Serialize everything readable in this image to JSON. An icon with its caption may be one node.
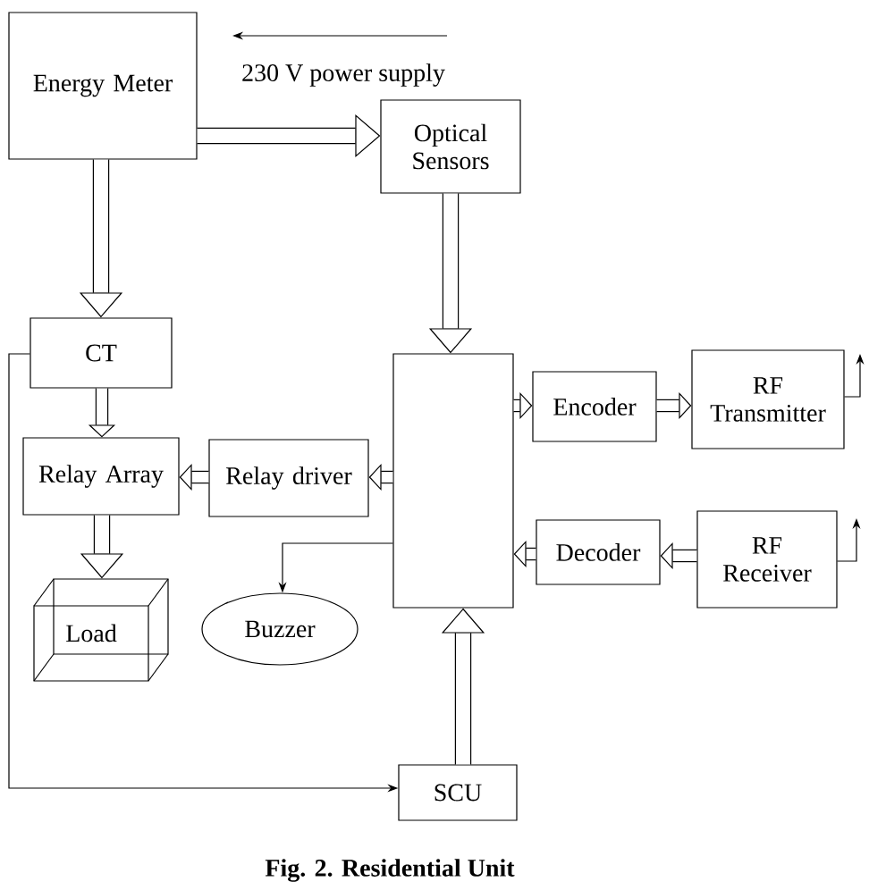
{
  "diagram": {
    "caption": "Fig. 2. Residential Unit",
    "nodes": [
      {
        "text": [
          "Energy Meter"
        ]
      },
      {
        "text": [
          "Optical Sensors"
        ]
      },
      {
        "text": [
          "CT"
        ]
      },
      {
        "text": [],
        "shape": "box"
      },
      {
        "text": [
          "Encoder"
        ]
      },
      {
        "text": [
          "RF Transmitter"
        ]
      },
      {
        "text": [
          "Relay Array"
        ]
      },
      {
        "text": [
          "Relay driver"
        ]
      },
      {
        "text": [
          "Decoder"
        ]
      },
      {
        "text": [
          "RF Receiver"
        ]
      },
      {
        "text": [
          "Buzzer"
        ]
      },
      {
        "text": [
          "Load"
        ]
      },
      {
        "text": [
          "SCU"
        ]
      }
    ],
    "edges": [
      {
        "from": 0,
        "to": 1,
        "arrow": "to"
      },
      {
        "from": 0,
        "to": 2,
        "arrow": "to"
      },
      {
        "from": 1,
        "to": 3,
        "arrow": "to"
      },
      {
        "from": 3,
        "to": 4,
        "arrow": "to"
      },
      {
        "from": 4,
        "to": 5,
        "arrow": "to"
      },
      {
        "from": 2,
        "to": 6,
        "arrow": "to"
      },
      {
        "from": 7,
        "to": 6,
        "arrow": "to"
      },
      {
        "from": 3,
        "to": 7,
        "arrow": "to"
      },
      {
        "from": 8,
        "to": 3,
        "arrow": "to"
      },
      {
        "from": 9,
        "to": 8,
        "arrow": "to"
      },
      {
        "from": 3,
        "to": 10,
        "arrow": "to"
      },
      {
        "from": 6,
        "to": 11,
        "arrow": "to"
      },
      {
        "from": 2,
        "to": 12,
        "arrow": "to"
      },
      {
        "from": 12,
        "to": 3,
        "arrow": "to"
      },
      {
        "from": 5,
        "to": null,
        "arrow": "to"
      },
      {
        "from": 9,
        "to": null,
        "arrow": "to"
      }
    ],
    "labels": [
      "230 V power supply"
    ]
  }
}
